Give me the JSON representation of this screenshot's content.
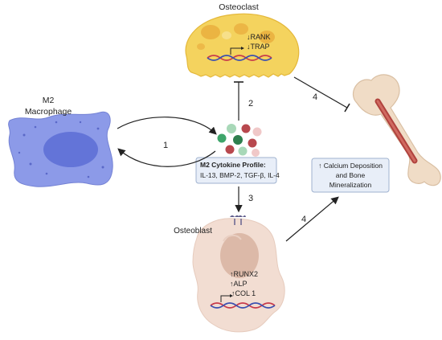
{
  "cells": {
    "osteoclast": {
      "label": "Osteoclast",
      "markers": [
        "↓RANK",
        "↓TRAP"
      ]
    },
    "macrophage": {
      "label_line1": "M2",
      "label_line2": "Macrophage"
    },
    "osteoblast": {
      "label": "Osteoblast",
      "markers": [
        "↑RUNX2",
        "↑ALP",
        "↑COL 1"
      ]
    }
  },
  "cytokine_box": {
    "title": "M2 Cytokine Profile:",
    "items": "IL-13, BMP-2, TGF-β, IL-4"
  },
  "outcome_box": {
    "line1": "↑ Calcium Deposition",
    "line2": "and Bone",
    "line3": "Mineralization"
  },
  "steps": {
    "s1": "1",
    "s2": "2",
    "s3": "3",
    "s4a": "4",
    "s4b": "4"
  },
  "colors": {
    "osteoclast_fill": "#f4d35e",
    "osteoclast_spots": "#e8a93a",
    "macrophage_fill": "#8c9ae8",
    "macrophage_nucleus": "#6374d8",
    "osteoblast_fill": "#f2ddd2",
    "osteoblast_nucleus": "#dcb9a8",
    "box_fill": "#e8eef8",
    "box_stroke": "#9fb2cf",
    "bone": "#f0dcc6",
    "marrow": "#b0433e",
    "dna_red": "#c83a4a",
    "dna_blue": "#3a4fb0"
  }
}
